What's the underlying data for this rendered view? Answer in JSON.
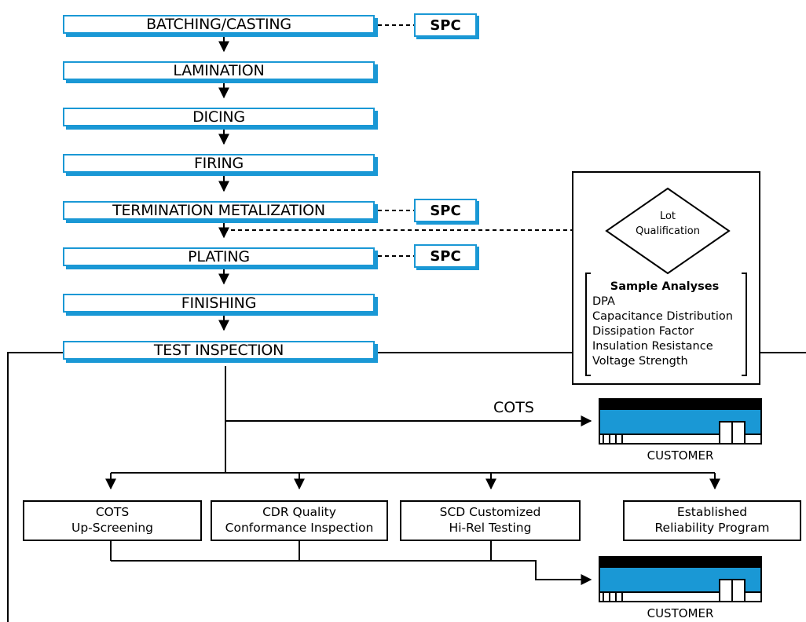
{
  "process_steps": [
    "BATCHING/CASTING",
    "LAMINATION",
    "DICING",
    "FIRING",
    "TERMINATION METALIZATION",
    "PLATING",
    "FINISHING",
    "TEST INSPECTION"
  ],
  "spc_label": "SPC",
  "lot_qualification": {
    "line1": "Lot",
    "line2": "Qualification",
    "sample_analyses_title": "Sample Analyses",
    "sample_analyses": [
      "DPA",
      "Capacitance Distribution",
      "Dissipation Factor",
      "Insulation Resistance",
      "Voltage Strength"
    ]
  },
  "cots_path_label": "COTS",
  "customer_label": "CUSTOMER",
  "options": [
    {
      "line1": "COTS",
      "line2": "Up-Screening"
    },
    {
      "line1": "CDR Quality",
      "line2": "Conformance Inspection"
    },
    {
      "line1": "SCD Customized",
      "line2": "Hi-Rel Testing"
    },
    {
      "line1": "Established",
      "line2": "Reliability Program"
    }
  ],
  "colors": {
    "accent_blue": "#1a98d5",
    "line": "#000000",
    "customer_top": "#000000"
  }
}
